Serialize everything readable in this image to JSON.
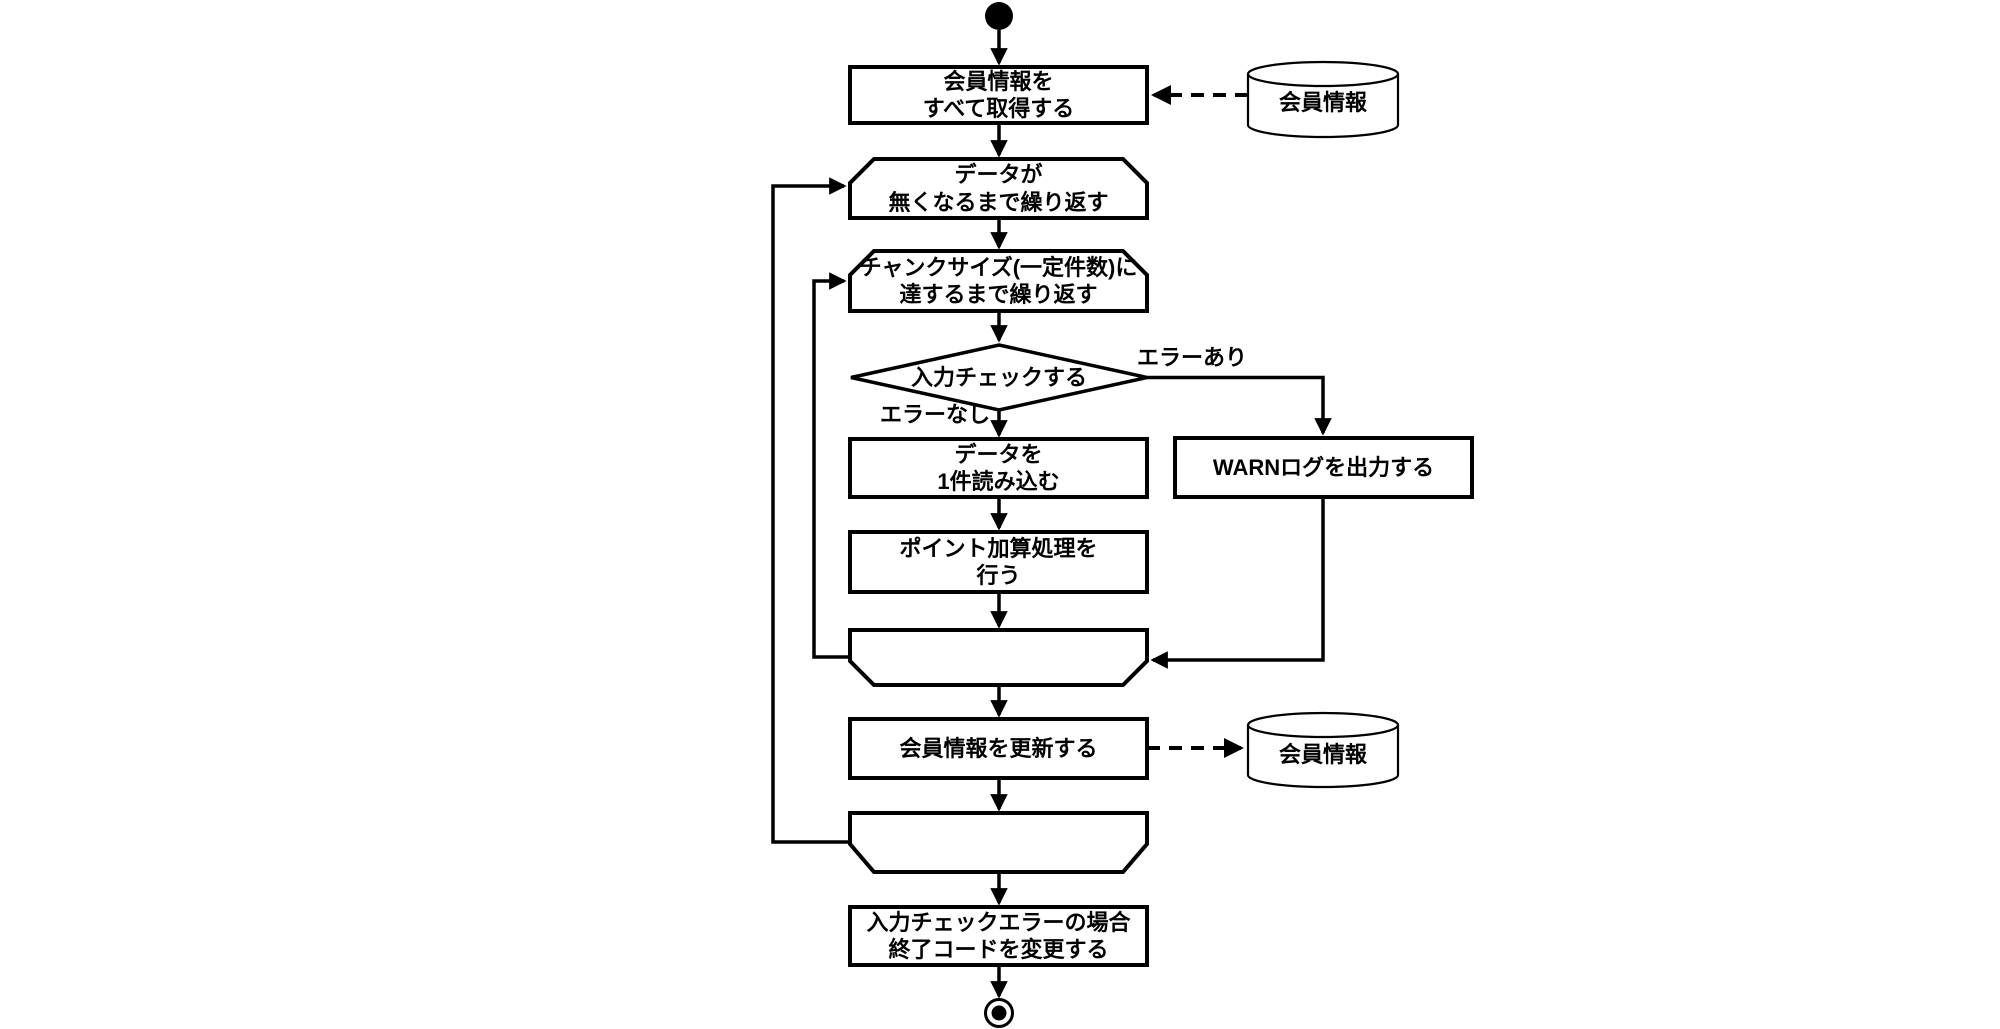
{
  "diagram": {
    "colors": {
      "background": "#ffffff",
      "line": "#000000",
      "shape_fill": "#ffffff",
      "text": "#000000"
    },
    "nodes": {
      "fetch_members": {
        "label": "会員情報を\nすべて取得する"
      },
      "datastore_top": {
        "label": "会員情報"
      },
      "loop_data": {
        "label": "データが\n無くなるまで繰り返す"
      },
      "loop_chunk": {
        "label": "チャンクサイズ(一定件数)に\n達するまで繰り返す"
      },
      "check_input": {
        "label": "入力チェックする"
      },
      "read_record": {
        "label": "データを\n1件読み込む"
      },
      "warn_log": {
        "label": "WARNログを出力する"
      },
      "add_points": {
        "label": "ポイント加算処理を\n行う"
      },
      "update_members": {
        "label": "会員情報を更新する"
      },
      "datastore_bottom": {
        "label": "会員情報"
      },
      "change_exit_code": {
        "label": "入力チェックエラーの場合\n終了コードを変更する"
      }
    },
    "edges": {
      "error_yes": {
        "label": "エラーあり"
      },
      "error_no": {
        "label": "エラーなし"
      }
    }
  }
}
